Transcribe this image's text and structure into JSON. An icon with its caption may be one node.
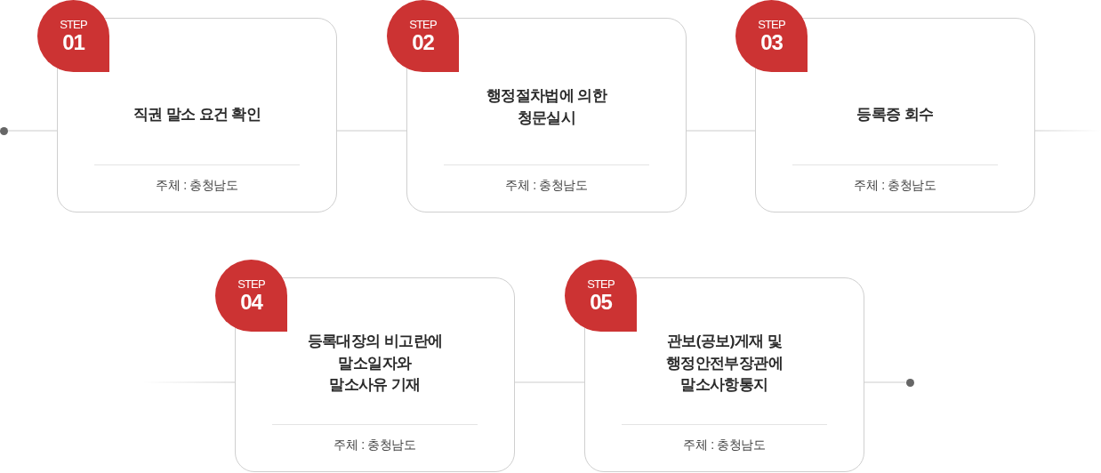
{
  "diagram": {
    "nodes": [
      {
        "text": [],
        "shape": "circle"
      },
      {
        "text": [
          "STEP",
          "01"
        ]
      },
      {
        "text": [
          "직권 말소 요건 확인",
          "주체 : 충청남도"
        ]
      },
      {
        "text": [
          "STEP",
          "02"
        ]
      },
      {
        "text": [
          "행정절차법에 의한 청문실시",
          "주체 : 충청남도"
        ]
      },
      {
        "text": [
          "STEP",
          "03"
        ]
      },
      {
        "text": [
          "등록증 회수",
          "주체 : 충청남도"
        ]
      },
      {
        "text": [
          "STEP",
          "04"
        ]
      },
      {
        "text": [
          "등록대장의 비고란에 말소일자와 말소사유 기재",
          "주체 : 충청남도"
        ]
      },
      {
        "text": [
          "STEP",
          "05"
        ]
      },
      {
        "text": [
          "관보(공보)게재 및 행정안전부장관에 말소사항통지",
          "주체 : 충청남도"
        ]
      },
      {
        "text": [],
        "shape": "circle"
      }
    ],
    "edges": [
      {
        "from": 0,
        "to": 2,
        "arrow": "none"
      },
      {
        "from": 2,
        "to": 4,
        "arrow": "none"
      },
      {
        "from": 4,
        "to": 6,
        "arrow": "none"
      },
      {
        "from": 6,
        "to": null,
        "arrow": "none"
      },
      {
        "from": null,
        "to": 8,
        "arrow": "none"
      },
      {
        "from": 8,
        "to": 10,
        "arrow": "none"
      },
      {
        "from": 10,
        "to": 11,
        "arrow": "none"
      }
    ]
  }
}
